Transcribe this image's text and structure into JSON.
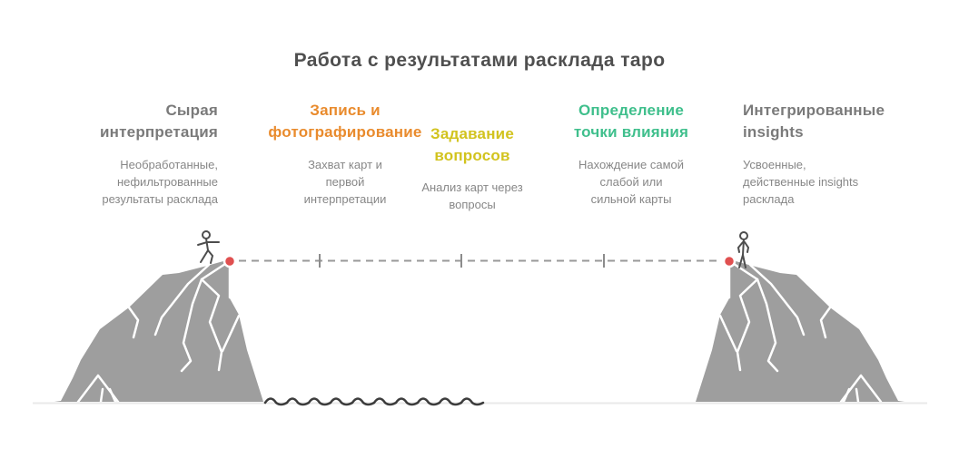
{
  "title": "Работа с результатами расклада таро",
  "steps": [
    {
      "header_lines": [
        "Сырая",
        "интерпретация"
      ],
      "body_lines": [
        "Необработанные,",
        "нефильтрованные",
        "результаты расклада"
      ],
      "header_color": "#7a7a7a"
    },
    {
      "header_lines": [
        "Запись и",
        "фотографирование"
      ],
      "body_lines": [
        "Захват карт и",
        "первой",
        "интерпретации"
      ],
      "header_color": "#e98b2d"
    },
    {
      "header_lines": [
        "Задавание",
        "вопросов"
      ],
      "body_lines": [
        "Анализ карт через",
        "вопросы"
      ],
      "header_color": "#d2c31e"
    },
    {
      "header_lines": [
        "Определение",
        "точки влияния"
      ],
      "body_lines": [
        "Нахождение самой",
        "слабой или",
        "сильной карты"
      ],
      "header_color": "#3fbf8c"
    },
    {
      "header_lines": [
        "Интегрированные",
        "insights"
      ],
      "body_lines": [
        "Усвоенные,",
        "действенные insights",
        "расклада"
      ],
      "header_color": "#7a7a7a"
    }
  ],
  "colors": {
    "title": "#4f4f4f",
    "body_text": "#878787",
    "cliff": "#9e9e9e",
    "cliff_facets": "#ffffff",
    "baseline": "#e9e9e9",
    "water": "#3c3c3c",
    "rope": "#999999",
    "rope_ticks": "#8c8c8c",
    "marker": "#e05050",
    "marker_ring": "#ffffff",
    "figure": "#4d4d4d"
  },
  "icons": [
    "left-cliff-icon",
    "right-cliff-icon",
    "stick-figure-left-icon",
    "stick-figure-right-icon",
    "red-marker-icon",
    "dashed-rope-icon",
    "water-waves-icon"
  ]
}
